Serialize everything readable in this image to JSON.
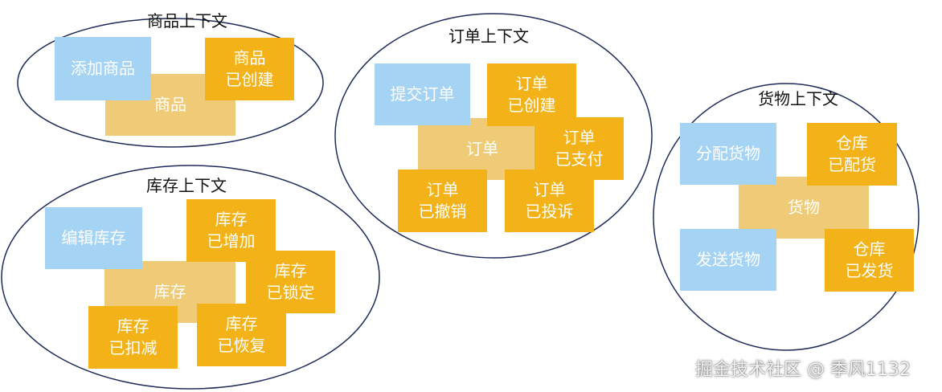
{
  "contexts": {
    "product": {
      "title": "商品上下文",
      "aggregate": "商品",
      "command": "添加商品",
      "event_created": [
        "商品",
        "已创建"
      ]
    },
    "order": {
      "title": "订单上下文",
      "aggregate": "订单",
      "command": "提交订单",
      "event_created": [
        "订单",
        "已创建"
      ],
      "event_paid": [
        "订单",
        "已支付"
      ],
      "event_cancelled": [
        "订单",
        "已撤销"
      ],
      "event_complained": [
        "订单",
        "已投诉"
      ]
    },
    "goods": {
      "title": "货物上下文",
      "aggregate": "货物",
      "command_allocate": "分配货物",
      "command_send": "发送货物",
      "event_allocated": [
        "仓库",
        "已配货"
      ],
      "event_shipped": [
        "仓库",
        "已发货"
      ]
    },
    "inventory": {
      "title": "库存上下文",
      "aggregate": "库存",
      "command": "编辑库存",
      "event_added": [
        "库存",
        "已增加"
      ],
      "event_locked": [
        "库存",
        "已锁定"
      ],
      "event_deducted": [
        "库存",
        "已扣减"
      ],
      "event_restored": [
        "库存",
        "已恢复"
      ]
    }
  },
  "watermark": "掘金技术社区 @ 季风1132",
  "colors": {
    "aggregate": "#EFCB78",
    "command": "#A5D3F4",
    "event": "#F2B218",
    "boundary": "#1F2B5A"
  }
}
